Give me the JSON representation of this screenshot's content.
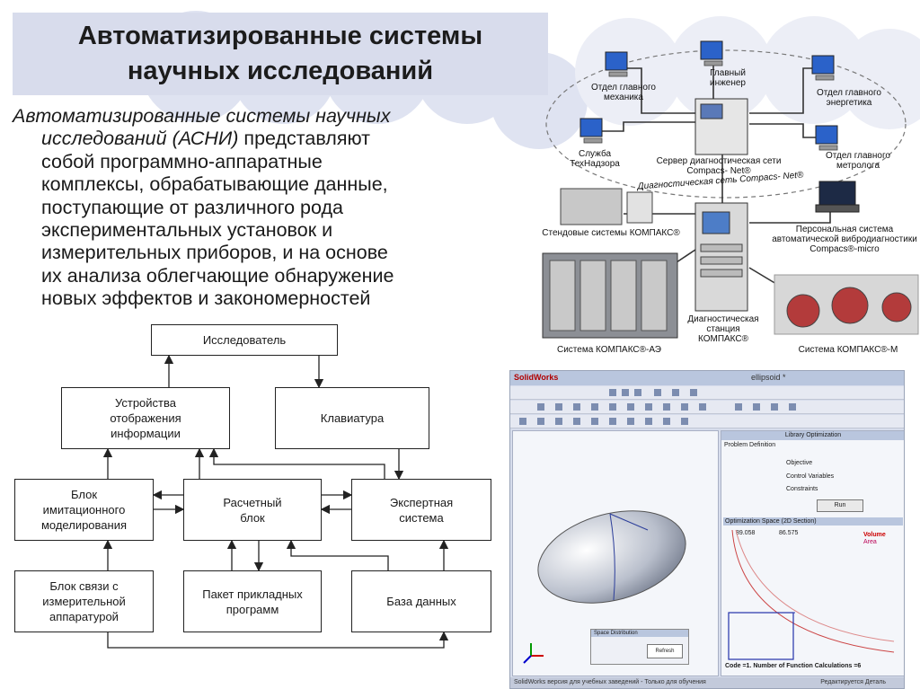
{
  "slide": {
    "title_line1": "Автоматизированные системы",
    "title_line2": "научных исследований",
    "body_lines": [
      "исследований (АСНИ) представляют",
      "собой программно-аппаратные",
      "комплексы, обрабатывающие данные,",
      "поступающие от различного рода",
      "экспериментальных установок и",
      "измерительных приборов, и на основе",
      "их анализа облегчающие обнаружение",
      "новых эффектов и закономерностей"
    ],
    "body_first_italic": "Автоматизированные системы научных",
    "body_second_italic": "исследований (АСНИ)",
    "body_second_rest": " представляют"
  },
  "flowchart": {
    "researcher": "Исследователь",
    "display": "Устройства\nотображения\nинформации",
    "keyboard": "Клавиатура",
    "simulation": "Блок\nимитационного\nмоделирования",
    "compute": "Расчетный\nблок",
    "expert": "Экспертная\nсистема",
    "interface": "Блок связи с\nизмерительной\nаппаратурой",
    "packages": "Пакет прикладных\nпрограмм",
    "database": "База данных"
  },
  "network": {
    "mech": "Отдел главного\nмеханика",
    "chief": "Главный\nинженер",
    "energy": "Отдел главного\nэнергетика",
    "tech": "Служба\nТехНадзора",
    "server": "Сервер диагностическая сети\nCompacs- Net®",
    "metro": "Отдел главного\nметролога",
    "netname": "Диагностическая сеть Compacs- Net®",
    "bench": "Стендовые системы КОМПАКС®",
    "personal": "Персональная система\nавтоматической вибродиагностики\nCompacs®-micro",
    "station": "Диагностическая\nстанция\nКОМПАКС®",
    "ae": "Система КОМПАКС®-АЭ",
    "m": "Система КОМПАКС®-М"
  },
  "solidworks": {
    "logo": "SolidWorks",
    "doc": "ellipsoid *",
    "panel_title": "Library Optimization",
    "problem_def": "Problem Definition",
    "objective": "Objective",
    "control_vars": "Control Variables",
    "constraints": "Constraints",
    "run": "Run",
    "opt_space": "Optimization Space (2D Section)",
    "sw_val": "89.058",
    "sv_val": "86.575",
    "volume": "Volume",
    "area": "Area",
    "code_line": "Code =1.  Number of Function Calculations =6",
    "space_dist": "Space Distribution",
    "refresh": "Refresh",
    "status_left": "SolidWorks версия для учебных заведений - Только для обучения",
    "status_right": "Редактируется Деталь"
  },
  "colors": {
    "title_bg": "#d8dcec",
    "deco_circle": "#dfe3f1",
    "sw_red": "#b00000"
  }
}
